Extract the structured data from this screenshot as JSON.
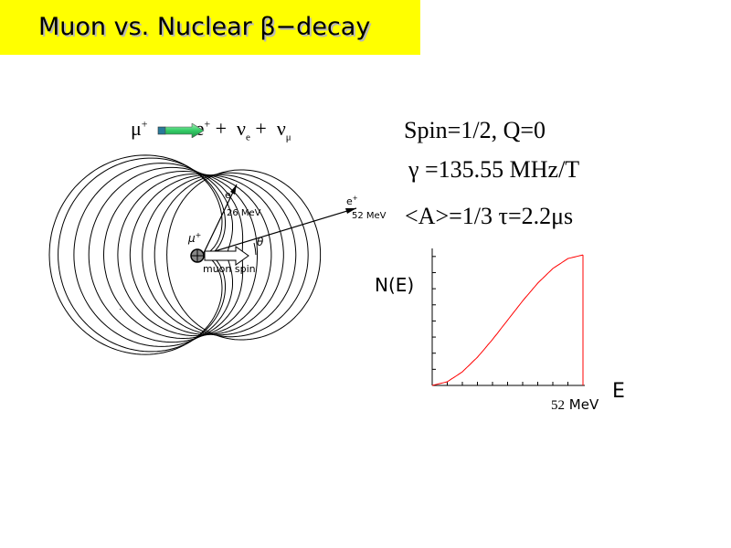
{
  "slide": {
    "title": "Muon vs. Nuclear β−decay",
    "colors": {
      "title_bg": "#ffff00",
      "curve": "#ff0000",
      "arrow_fill": "#33cc66"
    }
  },
  "reaction": {
    "parent": "μ",
    "parent_sup": "+",
    "p1": "e",
    "p1_sup": "+",
    "plus1": "+",
    "nu_e": "ν",
    "nu_e_sub": "e",
    "plus2": "+",
    "nu_mu": "ν",
    "nu_mu_sub": "μ"
  },
  "properties": {
    "spin_charge": "Spin=1/2, Q=0",
    "gamma": "γ =135.55  MHz/T",
    "asym_tau": "<A>=1/3  τ=2.2μs"
  },
  "diagram": {
    "e_label_short": "e",
    "e_energy_short": "26 MeV",
    "e_label_long": "e",
    "e_energy_long": "52  MeV",
    "e_sup": "+",
    "muon_label": "μ",
    "muon_sup": "+",
    "theta": "θ",
    "spin_label": "muon  spin"
  },
  "plot": {
    "ylabel": "N(E)",
    "xlabel": "E",
    "end_value": "52",
    "end_unit": " MeV"
  },
  "chart_data": {
    "type": "line",
    "title": "",
    "xlabel": "E",
    "ylabel": "N(E)",
    "x": [
      0,
      5.2,
      10.4,
      15.6,
      20.8,
      26,
      31.2,
      36.4,
      41.6,
      46.8,
      52
    ],
    "series": [
      {
        "values": [
          0,
          0.028,
          0.104,
          0.216,
          0.352,
          0.5,
          0.648,
          0.784,
          0.896,
          0.972,
          1.0
        ]
      }
    ],
    "xlim": [
      0,
      52
    ],
    "ylim": [
      0,
      1.05
    ],
    "grid": false
  }
}
